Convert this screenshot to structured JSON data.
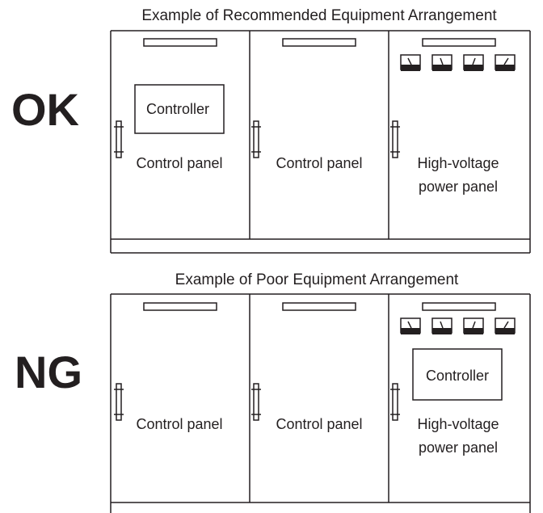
{
  "examples": [
    {
      "title": "Example of Recommended Equipment Arrangement",
      "verdict": "OK",
      "controller_location": "control-panel",
      "panels": [
        {
          "label_lines": [
            "Control panel"
          ]
        },
        {
          "label_lines": [
            "Control panel"
          ]
        },
        {
          "label_lines": [
            "High-voltage",
            "power panel"
          ]
        }
      ],
      "controller_label": "Controller"
    },
    {
      "title": "Example of Poor Equipment Arrangement",
      "verdict": "NG",
      "controller_location": "high-voltage-power-panel",
      "panels": [
        {
          "label_lines": [
            "Control panel"
          ]
        },
        {
          "label_lines": [
            "Control panel"
          ]
        },
        {
          "label_lines": [
            "High-voltage",
            "power panel"
          ]
        }
      ],
      "controller_label": "Controller"
    }
  ],
  "meter_icon": "analog-meter-icon",
  "meters_per_power_panel": 4,
  "colors": {
    "line": "#231f20",
    "background": "#ffffff"
  }
}
